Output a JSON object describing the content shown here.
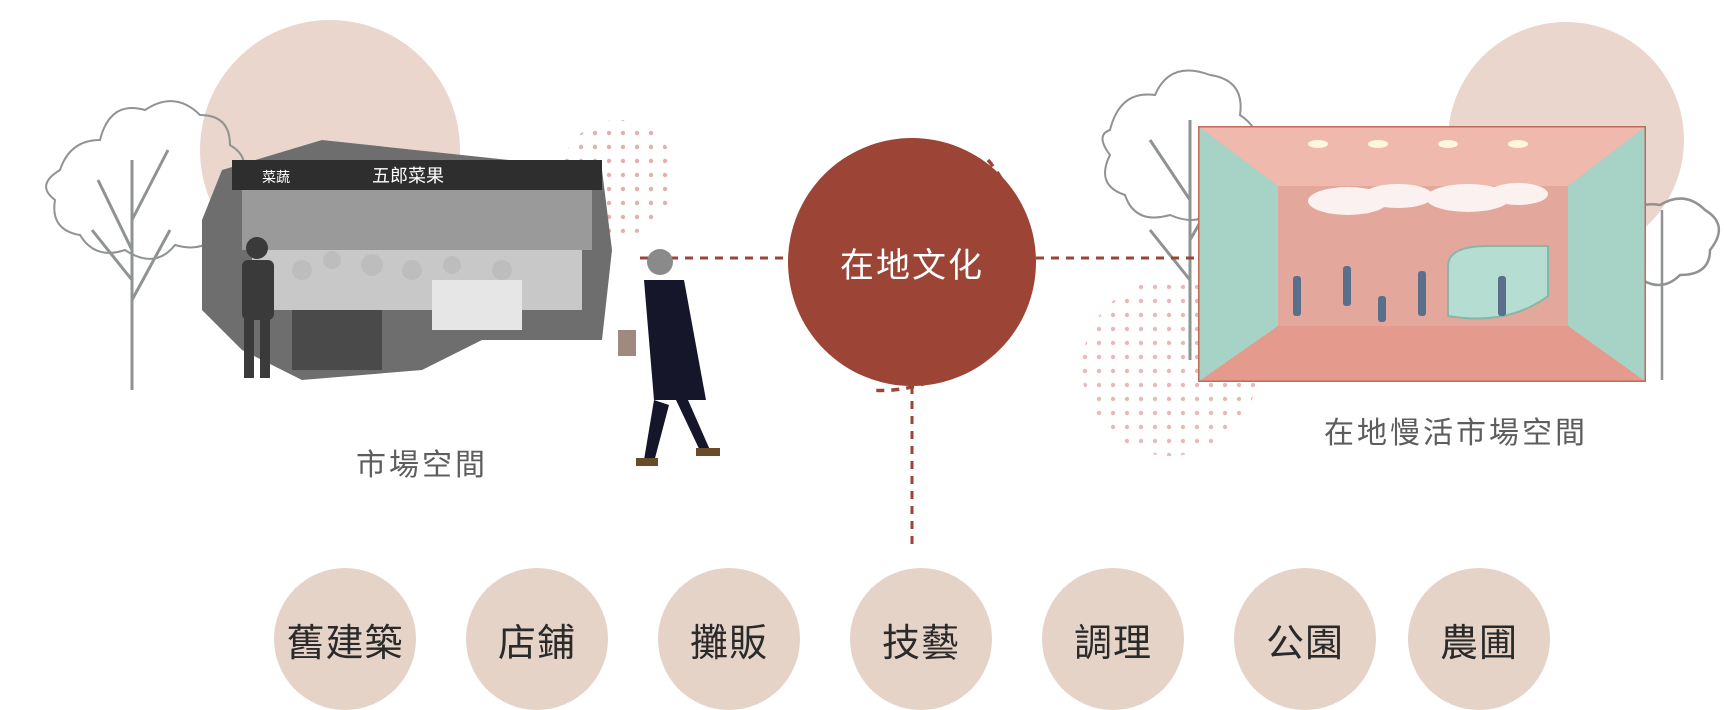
{
  "center": {
    "label": "在地文化"
  },
  "left": {
    "caption": "市場空間"
  },
  "right": {
    "caption": "在地慢活市場空間"
  },
  "market_signs": {
    "sign1": "五郎菜果",
    "sign2": "菜蔬"
  },
  "categories": [
    {
      "label": "舊建築"
    },
    {
      "label": "店鋪"
    },
    {
      "label": "攤販"
    },
    {
      "label": "技藝"
    },
    {
      "label": "調理"
    },
    {
      "label": "公園"
    },
    {
      "label": "農圃"
    }
  ],
  "colors": {
    "accent": "#9c4436",
    "dusty_pink": "#e8d4ca",
    "chip": "#e5d3c8",
    "salmon": "#e3a79b",
    "mint": "#a6d3c6",
    "tree": "#8f9392",
    "dot": "#d98b8b"
  }
}
